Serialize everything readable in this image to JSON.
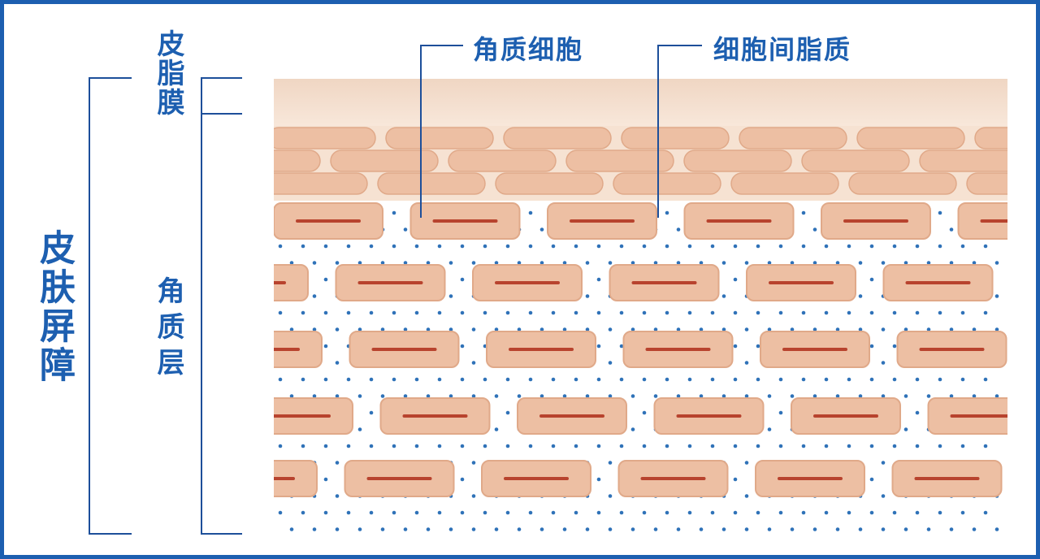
{
  "labels": {
    "skin_barrier": "皮肤屏障",
    "sebum_film": "皮脂膜",
    "stratum_corneum": "角质层",
    "corneocyte": "角质细胞",
    "intercellular_lipid": "细胞间脂质"
  },
  "colors": {
    "label_blue": "#1d5fb0",
    "frame_blue": "#1d5fb0",
    "bracket_blue": "#1d4f9a",
    "cell_fill": "#edbfa3",
    "cell_stroke": "#e0a989",
    "nucleus_red": "#b8432e",
    "lipid_dot": "#2f72b8",
    "film_top": "#f2dccb",
    "film_bottom": "#f7e6d8"
  }
}
